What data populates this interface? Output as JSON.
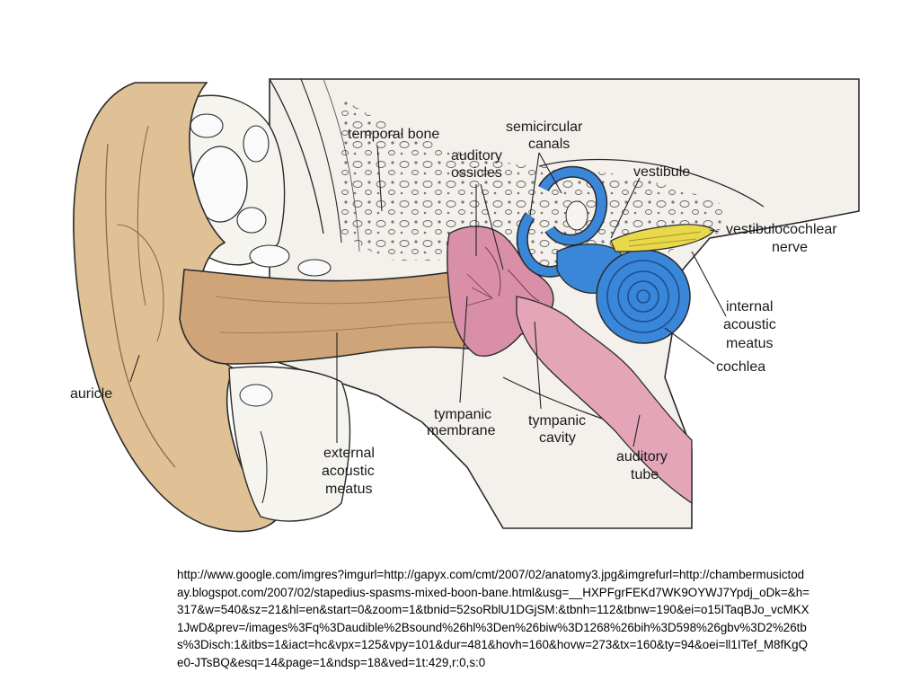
{
  "labels": {
    "temporal_bone": "temporal bone",
    "semicircular_canals_1": "semicircular",
    "semicircular_canals_2": "canals",
    "auditory_ossicles_1": "auditory",
    "auditory_ossicles_2": "ossicles",
    "vestibule": "vestibule",
    "vestibulocochlear_nerve_1": "vestibulocochlear",
    "vestibulocochlear_nerve_2": "nerve",
    "internal_acoustic_meatus_1": "internal",
    "internal_acoustic_meatus_2": "acoustic",
    "internal_acoustic_meatus_3": "meatus",
    "cochlea": "cochlea",
    "auricle": "auricle",
    "tympanic_membrane_1": "tympanic",
    "tympanic_membrane_2": "membrane",
    "tympanic_cavity_1": "tympanic",
    "tympanic_cavity_2": "cavity",
    "auditory_tube_1": "auditory",
    "auditory_tube_2": "tube",
    "external_acoustic_meatus_1": "external",
    "external_acoustic_meatus_2": "acoustic",
    "external_acoustic_meatus_3": "meatus"
  },
  "caption": {
    "url": "http://www.google.com/imgres?imgurl=http://gapyx.com/cmt/2007/02/anatomy3.jpg&imgrefurl=http://chambermusictoday.blogspot.com/2007/02/stapedius-spasms-mixed-boon-bane.html&usg=__HXPFgrFEKd7WK9OYWJ7Ypdj_oDk=&h=317&w=540&sz=21&hl=en&start=0&zoom=1&tbnid=52soRblU1DGjSM:&tbnh=112&tbnw=190&ei=o15ITaqBJo_vcMKX1JwD&prev=/images%3Fq%3Daudible%2Bsound%26hl%3Den%26biw%3D1268%26bih%3D598%26gbv%3D2%26tbs%3Disch:1&itbs=1&iact=hc&vpx=125&vpy=101&dur=481&hovh=160&hovw=273&tx=160&ty=94&oei=ll1ITef_M8fKgQe0-JTsBQ&esq=14&page=1&ndsp=18&ved=1t:429,r:0,s:0"
  },
  "colors": {
    "skin": "#e2c59c",
    "canal": "#cfa57a",
    "bone": "#f3f0ea",
    "ossicles": "#d991a9",
    "cochlea": "#3a86d8",
    "nerve": "#e8d84a",
    "outline": "#2a2a2a"
  }
}
